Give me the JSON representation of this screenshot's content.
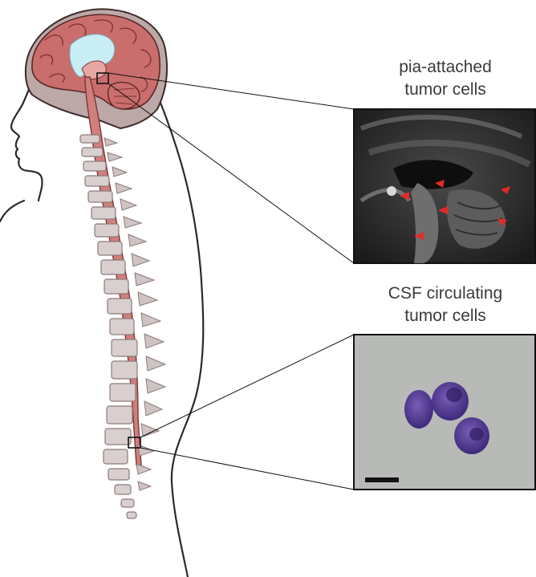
{
  "labels": {
    "pia": {
      "line1": "pia-attached",
      "line2": "tumor cells"
    },
    "csf": {
      "line1": "CSF circulating",
      "line2": "tumor cells"
    }
  },
  "colors": {
    "brain": "#c96e6d",
    "brain_light": "#e7a7a3",
    "ventricle": "#c9eef6",
    "skull": "#bda8a8",
    "vertebra": "#d9cfcf",
    "vertebra_edge": "#8a7a7a",
    "arrowhead": "#e32a2a",
    "cell": "#5b3f9a",
    "micro_bg": "#b8bab8"
  },
  "icons": {
    "scale_bar": "scale-bar"
  }
}
